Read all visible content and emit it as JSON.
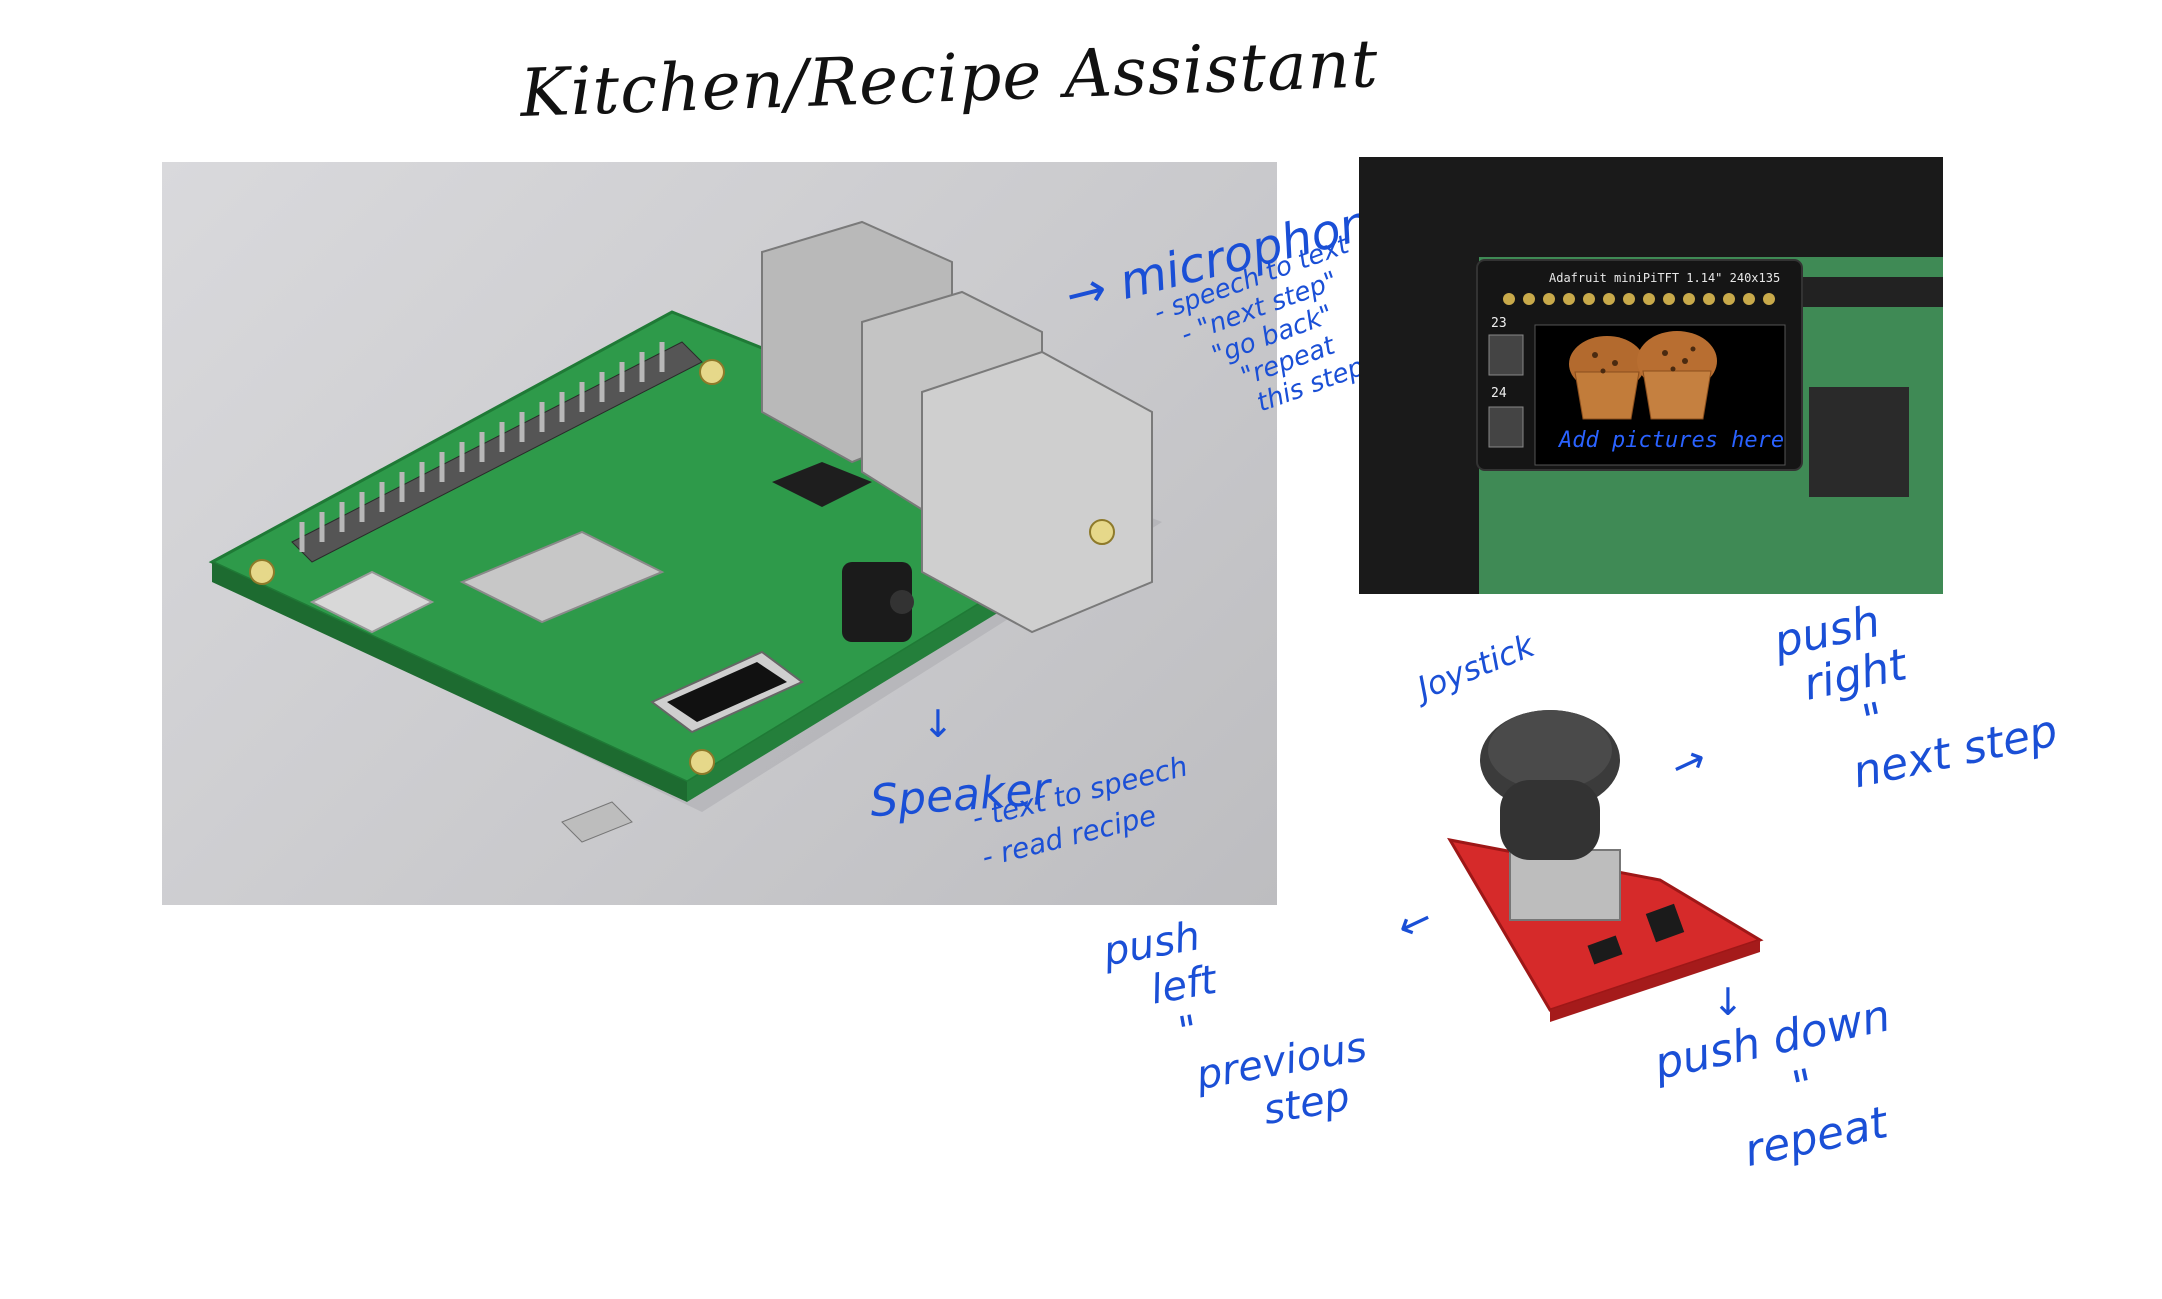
{
  "title": "Kitchen/Recipe Assistant",
  "microphone": {
    "label": "microphone",
    "items": [
      "- speech to text",
      "- \"next step\"",
      "\"go back\"",
      "\"repeat",
      "this step\""
    ]
  },
  "speaker": {
    "label": "Speaker",
    "items": [
      "- text to speech",
      "- read recipe"
    ]
  },
  "display": {
    "board_label": "Adafruit miniPiTFT 1.14\" 240x135",
    "button_top": "23",
    "button_bottom": "24",
    "caption": "Add pictures here"
  },
  "joystick": {
    "label": "Joystick",
    "right": [
      "push",
      "right",
      "\"",
      "next step"
    ],
    "left": [
      "push",
      "left",
      "\"",
      "previous",
      "step"
    ],
    "down": [
      "push down",
      "\"",
      "repeat"
    ]
  },
  "colors": {
    "ink": "#1a4fd6",
    "pcb": "#2e9a4a",
    "joystick_board": "#d62a2a"
  }
}
